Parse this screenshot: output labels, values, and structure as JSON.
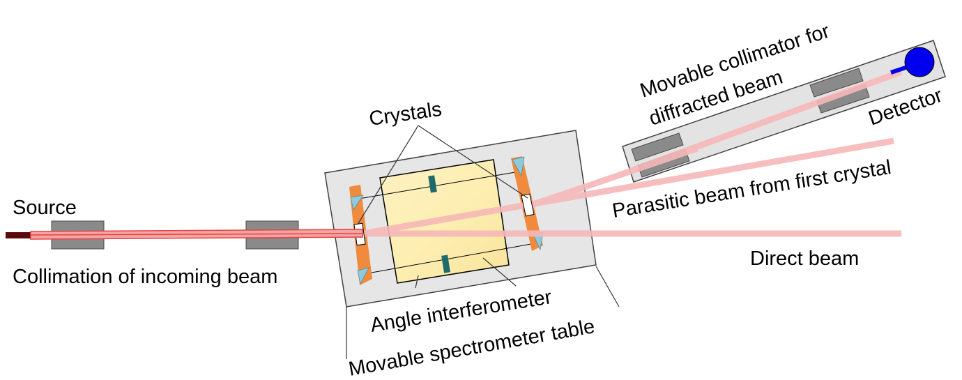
{
  "labels": {
    "source": "Source",
    "collimation_incoming": "Collimation of incoming beam",
    "crystals": "Crystals",
    "angle_interferometer": "Angle interferometer",
    "movable_table": "Movable spectrometer table",
    "movable_collimator_line1": "Movable collimator for",
    "movable_collimator_line2": "diffracted beam",
    "detector": "Detector",
    "parasitic_beam": "Parasitic beam from first crystal",
    "direct_beam": "Direct beam"
  },
  "colors": {
    "beam_red": "#e8413f",
    "beam_pink": "#f6b8b8",
    "source_dark": "#5a0a0a",
    "collimator_block": "#8a8a8a",
    "block_stroke": "#4a4a4a",
    "table_fill": "#e6e6e6",
    "crystal_holder": "#f08a3c",
    "prism": "#8ec9dc",
    "interferometer_fill": "#fdeeb0",
    "mirror": "#1f6b6b",
    "detector_blue": "#0000ee",
    "collimator_tube": "#e3e3e3"
  }
}
